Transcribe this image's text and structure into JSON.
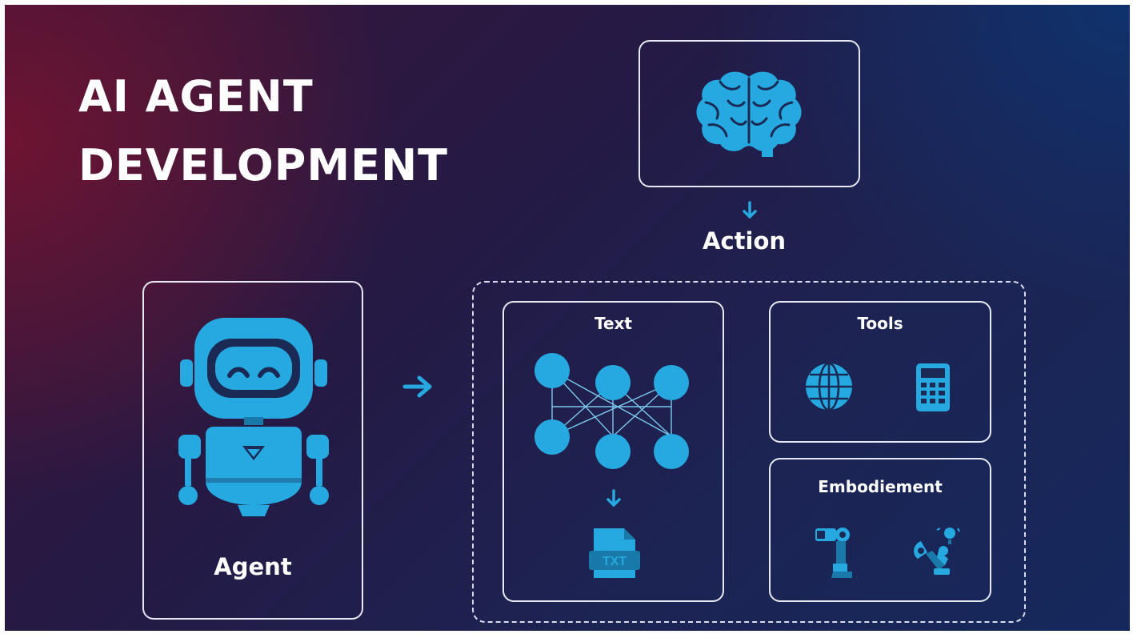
{
  "title": {
    "line1": "AI AGENT",
    "line2": "DEVELOPMENT"
  },
  "agent": {
    "label": "Agent"
  },
  "action": {
    "label": "Action"
  },
  "text_box": {
    "label": "Text",
    "file_label": "TXT"
  },
  "tools_box": {
    "label": "Tools"
  },
  "embodiment_box": {
    "label": "Embodiement"
  },
  "icons": {
    "brain": "brain-icon",
    "robot": "robot-icon",
    "neural_network": "neural-network-icon",
    "txt_file": "txt-file-icon",
    "globe": "globe-icon",
    "calculator": "calculator-icon",
    "robot_leg": "robot-leg-icon",
    "robot_arm": "robot-arm-icon"
  },
  "colors": {
    "icon_blue": "#25a9e0",
    "icon_dark": "#1979a8",
    "box_border": "#e6e8f2",
    "text": "#ffffff"
  }
}
